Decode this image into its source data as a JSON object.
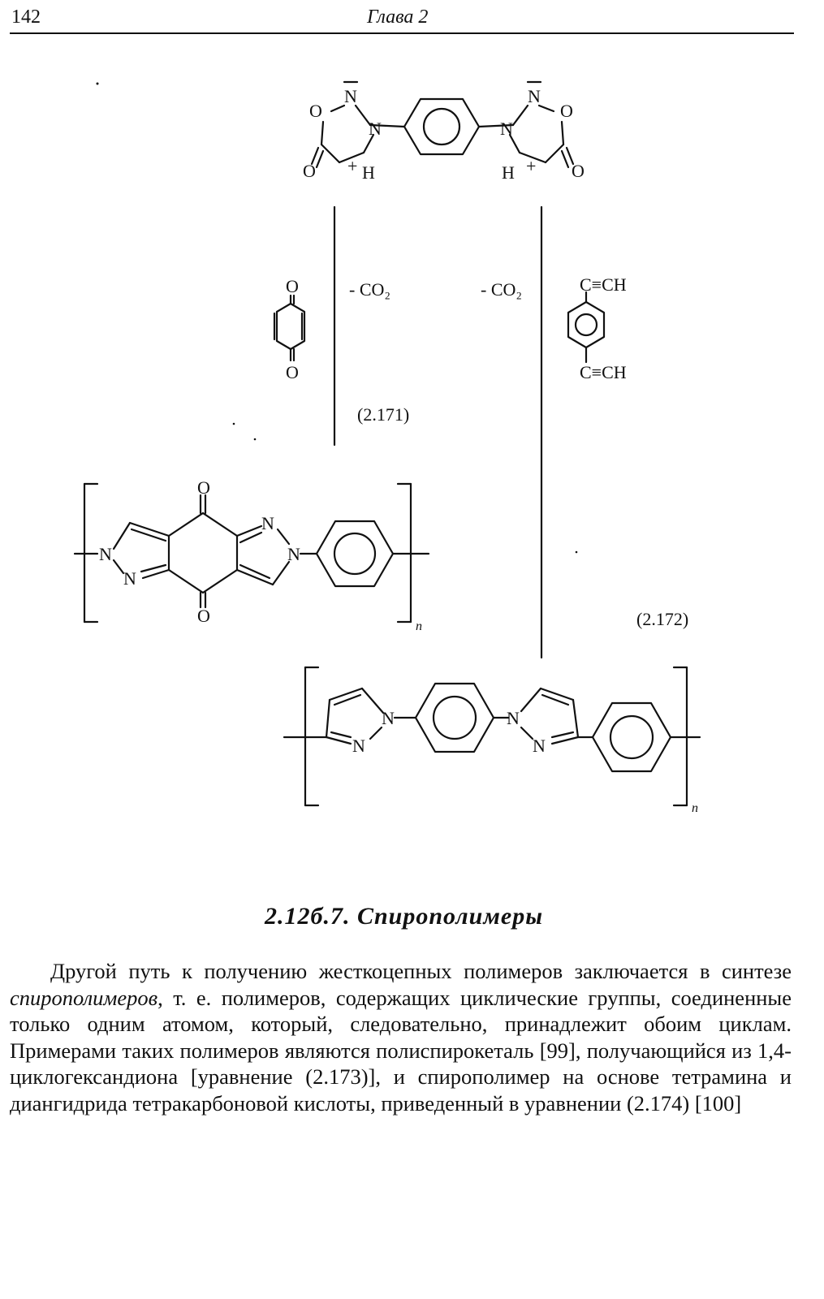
{
  "header": {
    "page_number": "142",
    "running_title": "Глава 2"
  },
  "scheme": {
    "atom_O": "O",
    "atom_N": "N",
    "atom_H": "H",
    "charge_plus": "+",
    "reagent_loss_left": "- CO₂",
    "reagent_loss_right": "- CO₂",
    "alkyne_group": "C≡CH",
    "equation_171": "(2.171)",
    "equation_172": "(2.172)",
    "repeat_index": "n"
  },
  "section": {
    "heading": "2.12б.7. Спирополимеры"
  },
  "body": {
    "text_before_italic": "Другой путь к получению жесткоцепных полимеров заключается в синтезе ",
    "italic_term": "спирополимеров",
    "text_after_italic": ", т. е. полимеров, содержащих циклические группы, соединенные только одним атомом, который, следовательно, принадлежит обоим циклам. Примерами таких полимеров являются полиспирокеталь [99], получающийся из 1,4-циклогександиона [уравнение (2.173)], и спирополимер на основе тетрамина и диангидрида тетракарбоновой кислоты, приведенный в уравнении (2.174) [100]"
  }
}
